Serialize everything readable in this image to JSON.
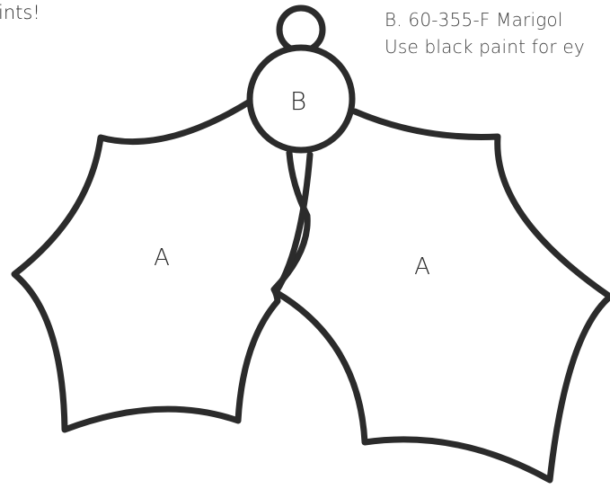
{
  "notes": {
    "left_fragment": "ints!",
    "right_line_1": "B.   60-355-F Marigol",
    "right_line_2": "Use black paint for ey"
  },
  "labels": {
    "leaf_left": "A",
    "leaf_right": "A",
    "berry": "B"
  },
  "colors": {
    "outline": "#2b2b2b",
    "background": "#ffffff"
  }
}
